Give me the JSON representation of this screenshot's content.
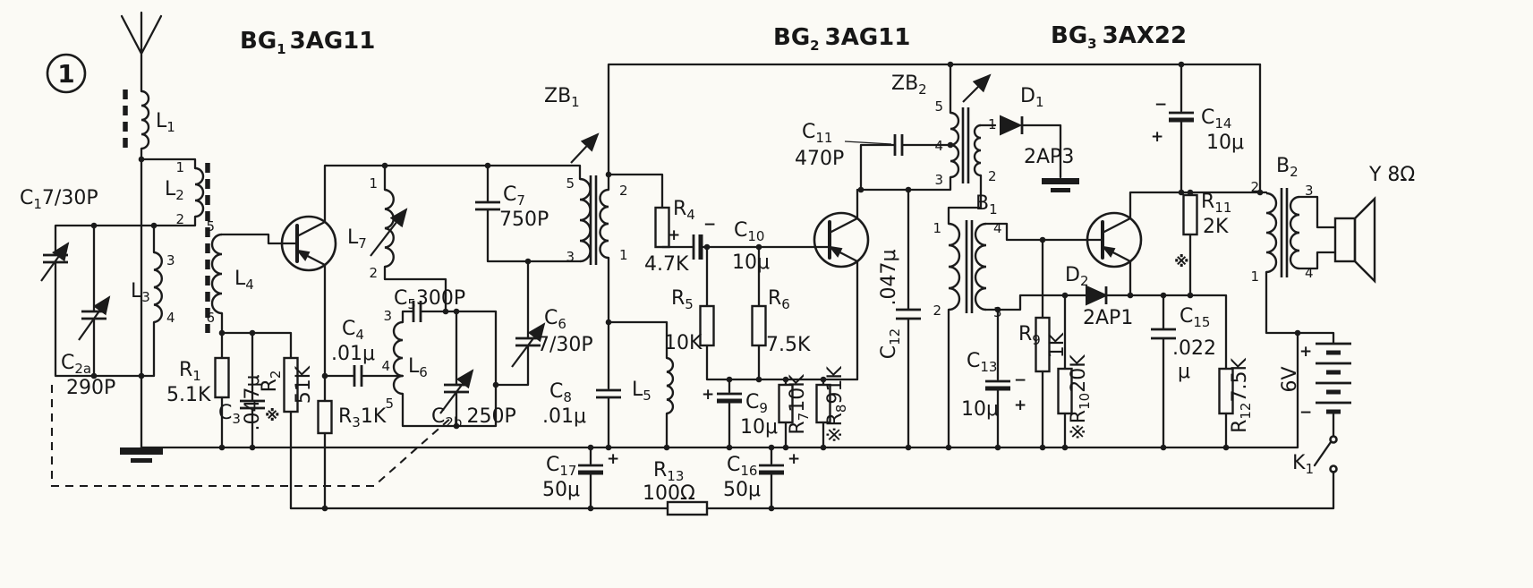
{
  "figure_badge": "1",
  "marks": {
    "plus": "+",
    "minus": "−",
    "star": "※"
  },
  "transistors": {
    "bg1": {
      "pre": "BG",
      "sub": "1",
      "post": "3AG11"
    },
    "bg2": {
      "pre": "BG",
      "sub": "2",
      "post": "3AG11"
    },
    "bg3": {
      "pre": "BG",
      "sub": "3",
      "post": "3AX22"
    }
  },
  "inductors": {
    "l1": {
      "pre": "L",
      "sub": "1"
    },
    "l2": {
      "pre": "L",
      "sub": "2"
    },
    "l3": {
      "pre": "L",
      "sub": "3"
    },
    "l4": {
      "pre": "L",
      "sub": "4"
    },
    "l5": {
      "pre": "L",
      "sub": "5"
    },
    "l6": {
      "pre": "L",
      "sub": "6"
    },
    "l7": {
      "pre": "L",
      "sub": "7"
    }
  },
  "transformers": {
    "zb1": {
      "pre": "ZB",
      "sub": "1"
    },
    "zb2": {
      "pre": "ZB",
      "sub": "2"
    },
    "b1": {
      "pre": "B",
      "sub": "1"
    },
    "b2": {
      "pre": "B",
      "sub": "2"
    }
  },
  "capacitors": {
    "c1": {
      "pre": "C",
      "sub": "1",
      "post": "7/30P"
    },
    "c2a": {
      "pre": "C",
      "sub": "2a",
      "value": "290P"
    },
    "c2b": {
      "pre": "C",
      "sub": "2b",
      "post": "250P"
    },
    "c3": {
      "pre": "C",
      "sub": "3",
      "value": ".047μ"
    },
    "c4": {
      "pre": "C",
      "sub": "4",
      "value": ".01μ"
    },
    "c5": {
      "pre": "C",
      "sub": "5",
      "post": "300P"
    },
    "c6": {
      "pre": "C",
      "sub": "6",
      "value": "7/30P"
    },
    "c7": {
      "pre": "C",
      "sub": "7",
      "value": "750P"
    },
    "c8": {
      "pre": "C",
      "sub": "8",
      "value": ".01μ"
    },
    "c9": {
      "pre": "C",
      "sub": "9",
      "value": "10μ"
    },
    "c10": {
      "pre": "C",
      "sub": "10",
      "value": "10μ"
    },
    "c11": {
      "pre": "C",
      "sub": "11",
      "value": "470P"
    },
    "c12": {
      "pre": "C",
      "sub": "12",
      "value": ".047μ"
    },
    "c13": {
      "pre": "C",
      "sub": "13",
      "value": "10μ"
    },
    "c14": {
      "pre": "C",
      "sub": "14",
      "value": "10μ"
    },
    "c15": {
      "pre": "C",
      "sub": "15",
      "value": ".022",
      "value2": "μ"
    },
    "c16": {
      "pre": "C",
      "sub": "16",
      "value": "50μ"
    },
    "c17": {
      "pre": "C",
      "sub": "17",
      "value": "50μ"
    }
  },
  "resistors": {
    "r1": {
      "pre": "R",
      "sub": "1",
      "value": "5.1K"
    },
    "r2": {
      "pre": "R",
      "sub": "2",
      "value": "51K"
    },
    "r3": {
      "pre": "R",
      "sub": "3",
      "post": "1K"
    },
    "r4": {
      "pre": "R",
      "sub": "4",
      "value": "4.7K"
    },
    "r5": {
      "pre": "R",
      "sub": "5",
      "value": "10K"
    },
    "r6": {
      "pre": "R",
      "sub": "6",
      "value": "7.5K"
    },
    "r7": {
      "pre": "R",
      "sub": "7",
      "post": "10K"
    },
    "r8": {
      "pre": "※R",
      "sub": "8",
      "post": "91K"
    },
    "r9": {
      "pre": "R",
      "sub": "9",
      "value": "1K"
    },
    "r10": {
      "pre": "※R",
      "sub": "10",
      "post": "20K"
    },
    "r11": {
      "pre": "R",
      "sub": "11",
      "value": "2K"
    },
    "r12": {
      "pre": "R",
      "sub": "12",
      "post": "7.5K"
    },
    "r13": {
      "pre": "R",
      "sub": "13",
      "value": "100Ω"
    }
  },
  "diodes": {
    "d1": {
      "pre": "D",
      "sub": "1",
      "value": "2AP3"
    },
    "d2": {
      "pre": "D",
      "sub": "2",
      "value": "2AP1"
    }
  },
  "speaker_label": "Y 8Ω",
  "battery_label": "6V",
  "switch_label": {
    "pre": "K",
    "sub": "1"
  },
  "pins": {
    "l2": [
      "1",
      "2"
    ],
    "l3": [
      "3",
      "4"
    ],
    "l4": [
      "5",
      "6"
    ],
    "l6": [
      "3",
      "4",
      "5"
    ],
    "l7": [
      "1",
      "2"
    ],
    "zb1": [
      "5",
      "3",
      "2",
      "1"
    ],
    "zb2": [
      "5",
      "4",
      "3",
      "1",
      "2"
    ],
    "b1": [
      "1",
      "2",
      "4",
      "3"
    ],
    "b2": [
      "2",
      "1",
      "3",
      "4"
    ]
  }
}
